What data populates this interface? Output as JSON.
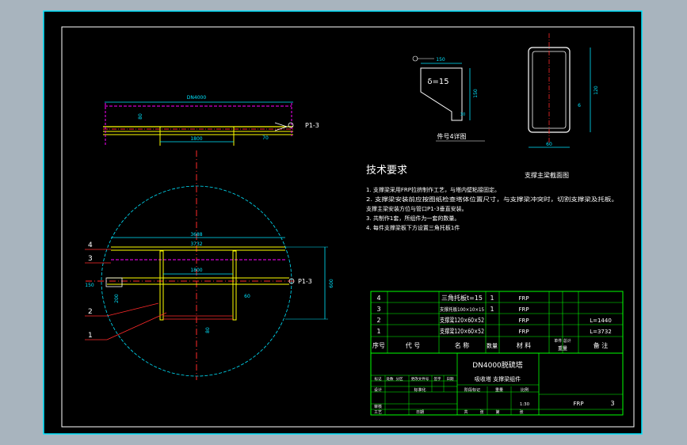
{
  "colors": {
    "background": "#a8b4be",
    "sheet": "#000000",
    "frame": "#00e5ff",
    "white": "#ffffff",
    "yellow": "#ffff00",
    "red": "#ff2a2a",
    "magenta": "#ff00ff",
    "green": "#00ff00",
    "cyan": "#00e5ff"
  },
  "plan_view": {
    "dim_top": "DN4000",
    "dim_height": "80",
    "dim_span": "1800",
    "dim_right": "70",
    "tag": "P1-3"
  },
  "bracket_detail": {
    "dim_top": "150",
    "thickness": "δ=15",
    "dim_height": "150",
    "dim_bottom": "30",
    "title": "件号4详图"
  },
  "beam_section": {
    "dim_height": "120",
    "dim_wall": "6",
    "dim_width": "60",
    "title": "支撑主梁截面图"
  },
  "tech_req": {
    "title": "技术要求",
    "lines": [
      "1. 支撑梁采用FRP拉挤制作工艺，与塔内壁粘接固定。",
      "2. 支撑梁安装前应按图纸检查塔体位置尺寸，与支撑梁冲突时，切割支撑梁及托板。",
      "支撑主梁安装方位与管口P1-3垂直安装。",
      "3. 共制作1套，所组件为一套的数量。",
      "4. 每件支撑梁板下方设置三角托板1件"
    ]
  },
  "main_view": {
    "dim_outer": "3688",
    "dim_inner": "3732",
    "dim_span": "1800",
    "dim_150": "150",
    "dim_200": "200",
    "dim_60": "60",
    "dim_80": "80",
    "dim_right": "600",
    "tag": "P1-3",
    "callouts": [
      "4",
      "3",
      "2",
      "1"
    ]
  },
  "parts_list": {
    "rows": [
      {
        "no": "4",
        "name": "三角托板t=15",
        "qty": "1",
        "mat": "FRP",
        "note": ""
      },
      {
        "no": "3",
        "name": "支撑托板100×10×15",
        "qty": "1",
        "mat": "FRP",
        "note": ""
      },
      {
        "no": "2",
        "name": "支撑梁120×60×52",
        "qty": "",
        "mat": "FRP",
        "note": "L=1440"
      },
      {
        "no": "1",
        "name": "支撑梁120×60×52",
        "qty": "",
        "mat": "FRP",
        "note": "L=3732"
      }
    ],
    "header": [
      "序号",
      "代  号",
      "名  称",
      "数量",
      "材  料",
      "单件 总计",
      "重量",
      "备  注"
    ]
  },
  "title_block": {
    "name_line1": "DN4000脱硫塔",
    "name_line2": "吸收塔 支撑梁组件",
    "small_labels": [
      "标记",
      "处数",
      "分区",
      "更改文件号",
      "签字",
      "日期",
      "设计",
      "标准化",
      "审核",
      "工艺",
      "日期",
      "阶段标记",
      "重量",
      "比例",
      "共",
      "张",
      "第",
      "张"
    ],
    "scale": "1:30",
    "material": "FRP",
    "sheet_no": "3"
  }
}
